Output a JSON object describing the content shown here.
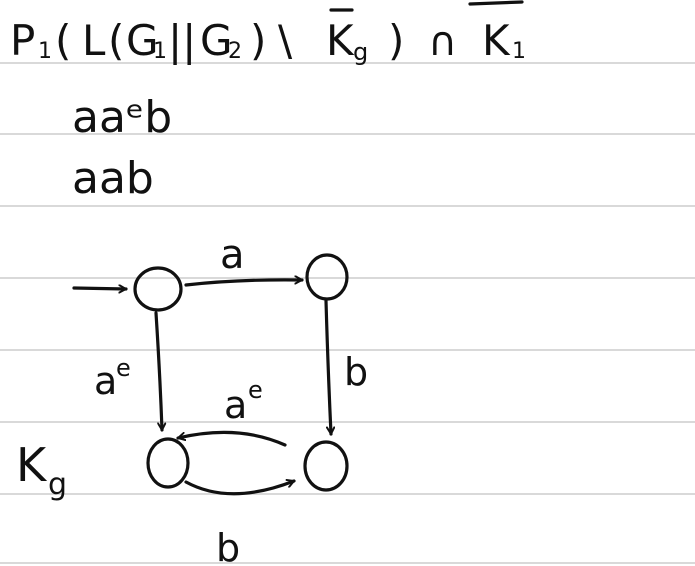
{
  "note": {
    "expression": {
      "p1": "P",
      "p1_sub": "1",
      "open_paren": "(",
      "L": "L",
      "inner_open": "(",
      "g1": "G",
      "g1_sub": "1",
      "parallel": "||",
      "g2": "G",
      "g2_sub": "2",
      "inner_close": ")",
      "setminus": "\\",
      "kg": "K",
      "kg_sub": "g",
      "close_paren": ")",
      "cap": "∩",
      "k1": "K",
      "k1_sub": "1"
    },
    "words": [
      "aaᵉb",
      "aab"
    ]
  },
  "diagram": {
    "automaton_label": "K",
    "automaton_label_sub": "g",
    "edges": [
      {
        "from": "top-left",
        "to": "top-right",
        "label": "a"
      },
      {
        "from": "top-left",
        "to": "bottom-left",
        "label": "a",
        "label_sup": "e"
      },
      {
        "from": "top-right",
        "to": "bottom-right",
        "label": "b"
      },
      {
        "from": "bottom-right",
        "to": "bottom-left",
        "label": "a",
        "label_sup": "e"
      },
      {
        "from": "bottom-left",
        "to": "bottom-right",
        "label": "b"
      }
    ]
  },
  "colors": {
    "ink": "#111111",
    "rule": "#d9d9d9",
    "paper": "#ffffff"
  }
}
